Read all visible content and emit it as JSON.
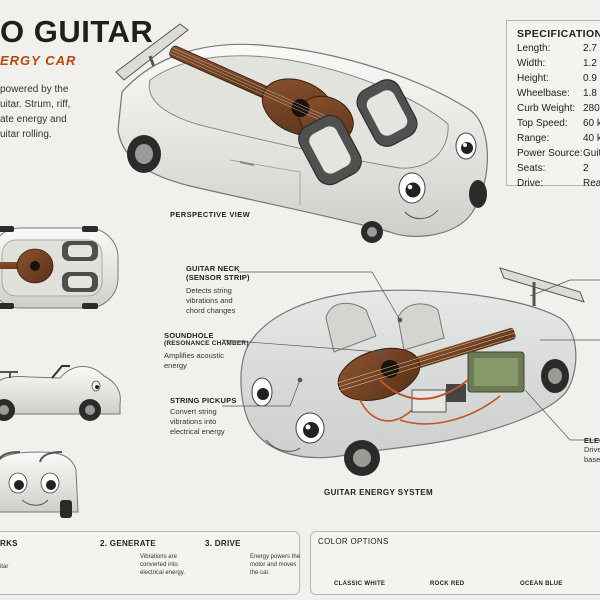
{
  "header": {
    "title": "O GUITAR",
    "subtitle": "ERGY CAR",
    "intro": [
      "powered by the",
      "uitar. Strum, riff,",
      "ate energy and",
      "uitar rolling."
    ]
  },
  "specs": {
    "title": "SPECIFICATIONS",
    "rows": [
      {
        "label": "Length:",
        "value": "2.7 m"
      },
      {
        "label": "Width:",
        "value": "1.2 m"
      },
      {
        "label": "Height:",
        "value": "0.9 m"
      },
      {
        "label": "Wheelbase:",
        "value": "1.8 m"
      },
      {
        "label": "Curb Weight:",
        "value": "280"
      },
      {
        "label": "Top Speed:",
        "value": "60 k"
      },
      {
        "label": "Range:",
        "value": "40 k"
      },
      {
        "label": "Power Source:",
        "value": "Guit"
      },
      {
        "label": "Seats:",
        "value": "2"
      },
      {
        "label": "Drive:",
        "value": "Rear"
      }
    ]
  },
  "views": {
    "perspective": "PERSPECTIVE VIEW",
    "system": "GUITAR ENERGY SYSTEM"
  },
  "callouts": {
    "neck": {
      "title1": "GUITAR NECK",
      "title2": "(SENSOR STRIP)",
      "desc": [
        "Detects string",
        "vibrations and",
        "chord changes"
      ]
    },
    "soundhole": {
      "title1": "SOUNDHOLE",
      "title2": "(RESONANCE CHAMBER)",
      "desc": [
        "Amplifies acoustic",
        "energy"
      ]
    },
    "pickups": {
      "title1": "STRING PICKUPS",
      "desc": [
        "Convert string",
        "vibrations into",
        "electrical energy"
      ]
    },
    "electric": {
      "title1": "ELEC",
      "desc": [
        "Drive",
        "base"
      ]
    }
  },
  "steps": {
    "works": {
      "title": "RKS",
      "desc": [
        "itar"
      ]
    },
    "generate": {
      "title": "2. GENERATE",
      "desc": [
        "Vibrations are",
        "converted into",
        "electrical energy."
      ]
    },
    "drive": {
      "title": "3. DRIVE",
      "desc": [
        "Energy powers the",
        "motor and moves",
        "the car."
      ]
    }
  },
  "colors_panel": {
    "title": "COLOR OPTIONS",
    "options": [
      {
        "label": "CLASSIC WHITE",
        "color": "#eeeeea"
      },
      {
        "label": "ROCK RED",
        "color": "#c8452a"
      },
      {
        "label": "OCEAN BLUE",
        "color": "#7fb2d6"
      }
    ]
  }
}
